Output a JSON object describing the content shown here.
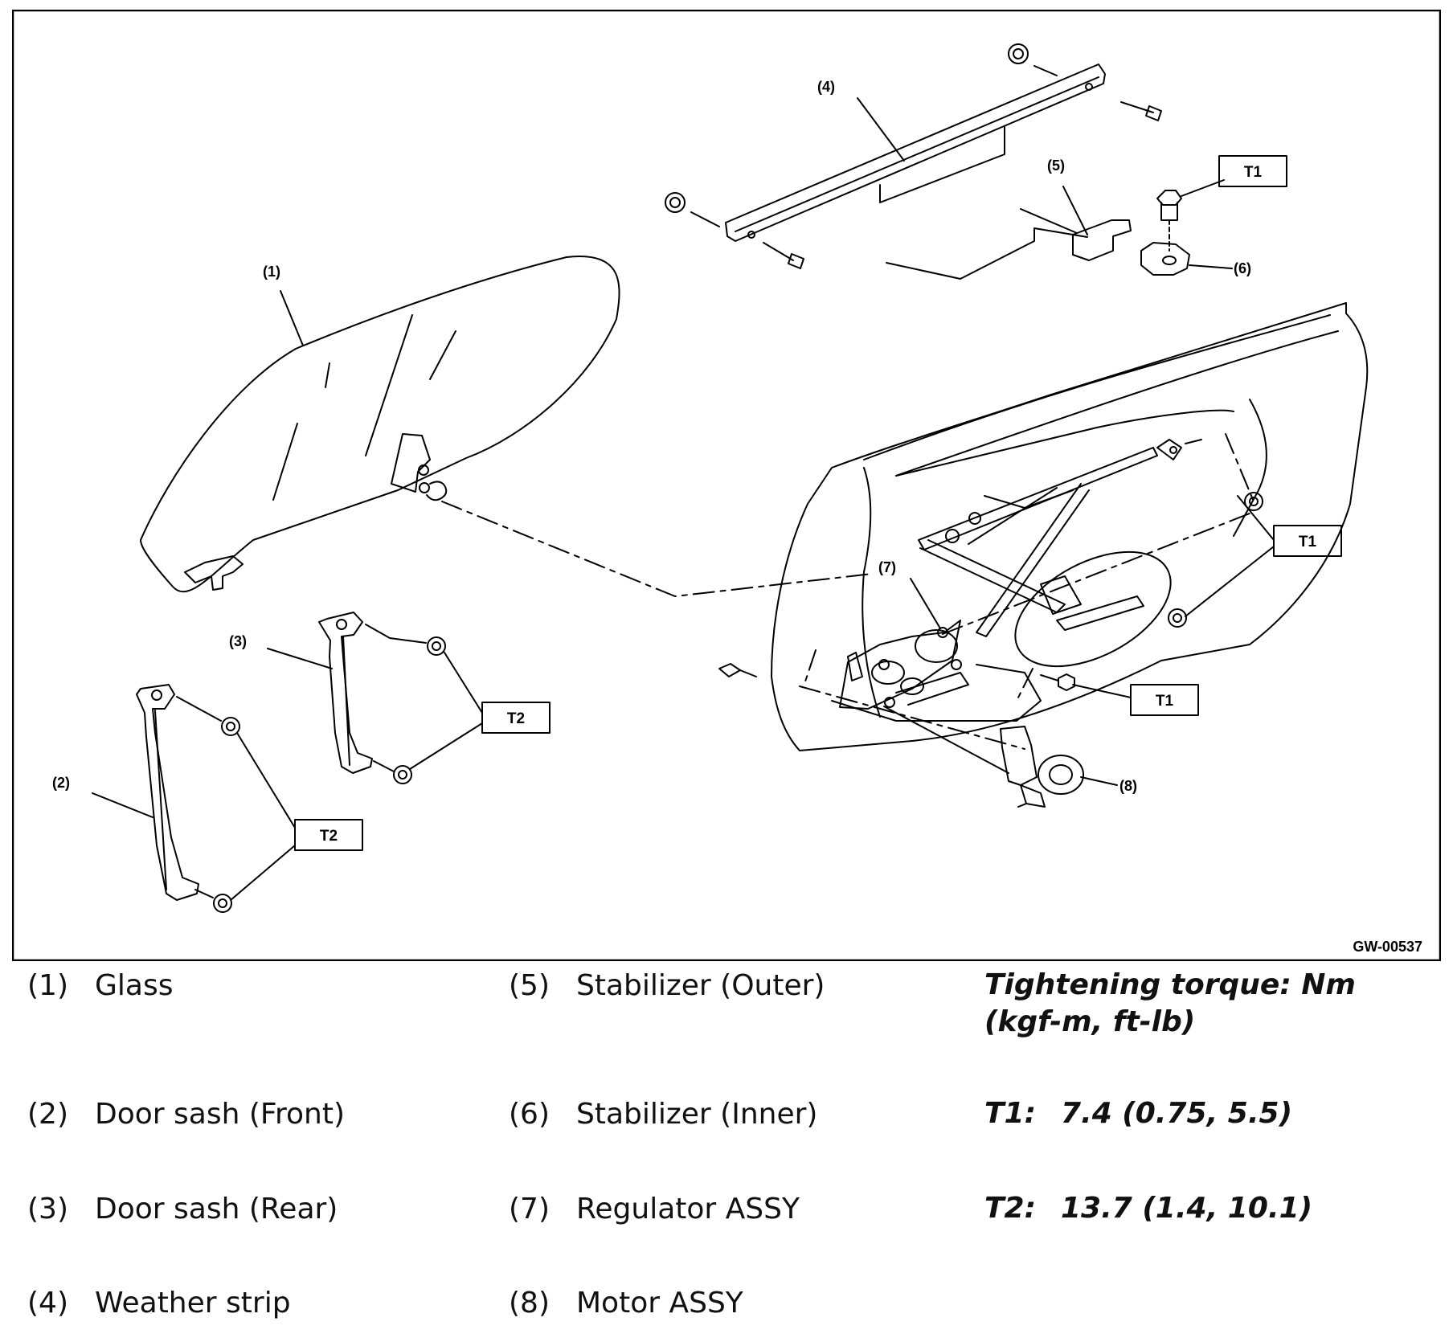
{
  "diagram": {
    "figure_code": "GW-00537",
    "callouts": [
      "(1)",
      "(2)",
      "(3)",
      "(4)",
      "(5)",
      "(6)",
      "(7)",
      "(8)"
    ],
    "torque_tags": {
      "t1": "T1",
      "t2": "T2"
    }
  },
  "legend": {
    "items": [
      {
        "num": "(1)",
        "name": "Glass"
      },
      {
        "num": "(2)",
        "name": "Door sash (Front)"
      },
      {
        "num": "(3)",
        "name": "Door sash (Rear)"
      },
      {
        "num": "(4)",
        "name": "Weather strip"
      },
      {
        "num": "(5)",
        "name": "Stabilizer (Outer)"
      },
      {
        "num": "(6)",
        "name": "Stabilizer (Inner)"
      },
      {
        "num": "(7)",
        "name": "Regulator ASSY"
      },
      {
        "num": "(8)",
        "name": "Motor ASSY"
      }
    ],
    "torque_title": "Tightening torque: Nm (kgf-m, ft-lb)",
    "torques": [
      {
        "key": "T1:",
        "value": "7.4 (0.75, 5.5)"
      },
      {
        "key": "T2:",
        "value": "13.7 (1.4, 10.1)"
      }
    ]
  }
}
